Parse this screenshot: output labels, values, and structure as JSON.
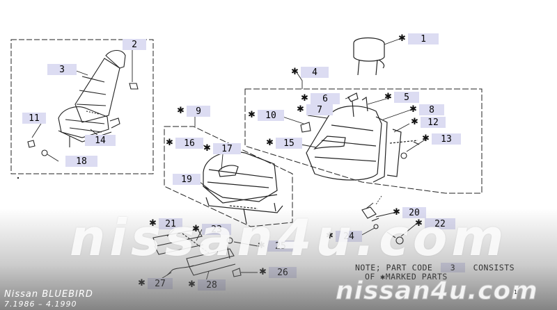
{
  "callouts": [
    {
      "id": "1",
      "marked": true
    },
    {
      "id": "2",
      "marked": false
    },
    {
      "id": "3",
      "marked": false
    },
    {
      "id": "4",
      "marked": true
    },
    {
      "id": "5",
      "marked": true
    },
    {
      "id": "6",
      "marked": true
    },
    {
      "id": "7",
      "marked": true
    },
    {
      "id": "8",
      "marked": true
    },
    {
      "id": "9",
      "marked": true
    },
    {
      "id": "10",
      "marked": true
    },
    {
      "id": "11",
      "marked": false
    },
    {
      "id": "12",
      "marked": true
    },
    {
      "id": "13",
      "marked": true
    },
    {
      "id": "14",
      "marked": false
    },
    {
      "id": "15",
      "marked": true
    },
    {
      "id": "16",
      "marked": true
    },
    {
      "id": "17",
      "marked": true
    },
    {
      "id": "18",
      "marked": false
    },
    {
      "id": "19",
      "marked": false
    },
    {
      "id": "20",
      "marked": true
    },
    {
      "id": "21",
      "marked": true
    },
    {
      "id": "22",
      "marked": true
    },
    {
      "id": "23",
      "marked": true
    },
    {
      "id": "24",
      "marked": true
    },
    {
      "id": "25",
      "marked": true
    },
    {
      "id": "26",
      "marked": true
    },
    {
      "id": "27",
      "marked": true
    },
    {
      "id": "28",
      "marked": true
    }
  ],
  "mark_symbol": "✱",
  "note": {
    "line1_prefix": "NOTE; PART CODE",
    "code": "3",
    "line1_suffix": "CONSISTS",
    "line2_prefix": "OF",
    "line2_suffix": "MARKED PARTS"
  },
  "watermark": "nissan4u.com",
  "caption": {
    "model": "Nissan  BLUEBIRD",
    "years": "7.1986 – 4.1990"
  },
  "page_number": "1",
  "colors": {
    "label_bg": "#dcdcf2",
    "line": "#222222"
  }
}
